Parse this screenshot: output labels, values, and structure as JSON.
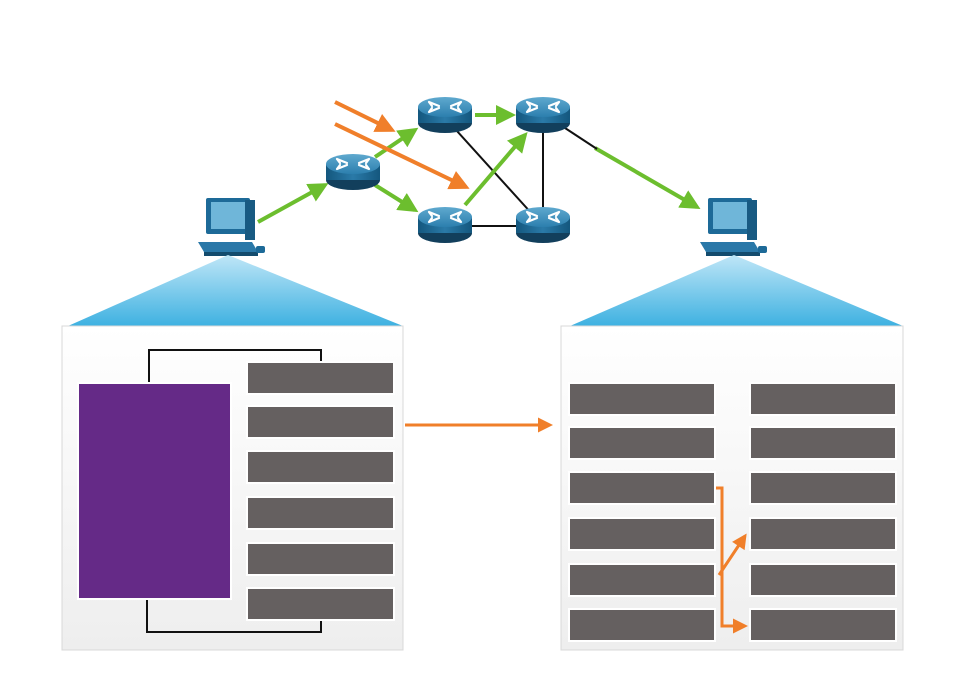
{
  "diagram": {
    "routers": [
      {
        "id": "r1",
        "name": "router-1"
      },
      {
        "id": "r2",
        "name": "router-2"
      },
      {
        "id": "r3",
        "name": "router-3"
      },
      {
        "id": "r4",
        "name": "router-4"
      },
      {
        "id": "r5",
        "name": "router-5"
      }
    ],
    "hosts": [
      {
        "id": "src",
        "name": "source-computer"
      },
      {
        "id": "dst",
        "name": "destination-computer"
      }
    ],
    "sender_buffer": {
      "segments": 6,
      "block_color": "#652a87"
    },
    "receiver_buffer": {
      "columns": 2,
      "rows": 6,
      "reorder_arrows": 3
    },
    "colors": {
      "green_path": "#6cbe2e",
      "orange_arrow": "#f07f2a",
      "segment": "#656060",
      "panel_blue": "#3eb1e1",
      "router": "#1c6d99"
    },
    "icons": [
      "router-icon",
      "computer-icon"
    ]
  }
}
